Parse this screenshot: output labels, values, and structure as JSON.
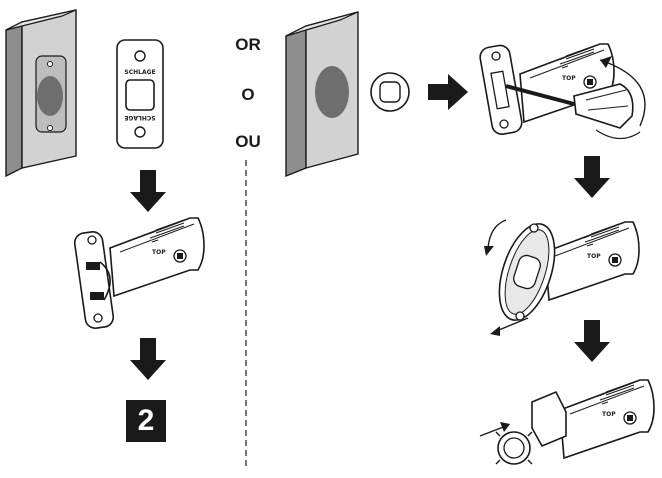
{
  "separator": {
    "or_en": "OR",
    "or_es": "O",
    "or_fr": "OU"
  },
  "step_badge": "2",
  "strike_plate": {
    "text_top": "SCHLAGE",
    "text_bottom": "SCHLAGE"
  },
  "colors": {
    "line": "#1a1a1a",
    "door_edge": "#d2d2d2",
    "door_side": "#8e8e8e",
    "bore_hole": "#6e6e6e",
    "background": "#ffffff"
  }
}
